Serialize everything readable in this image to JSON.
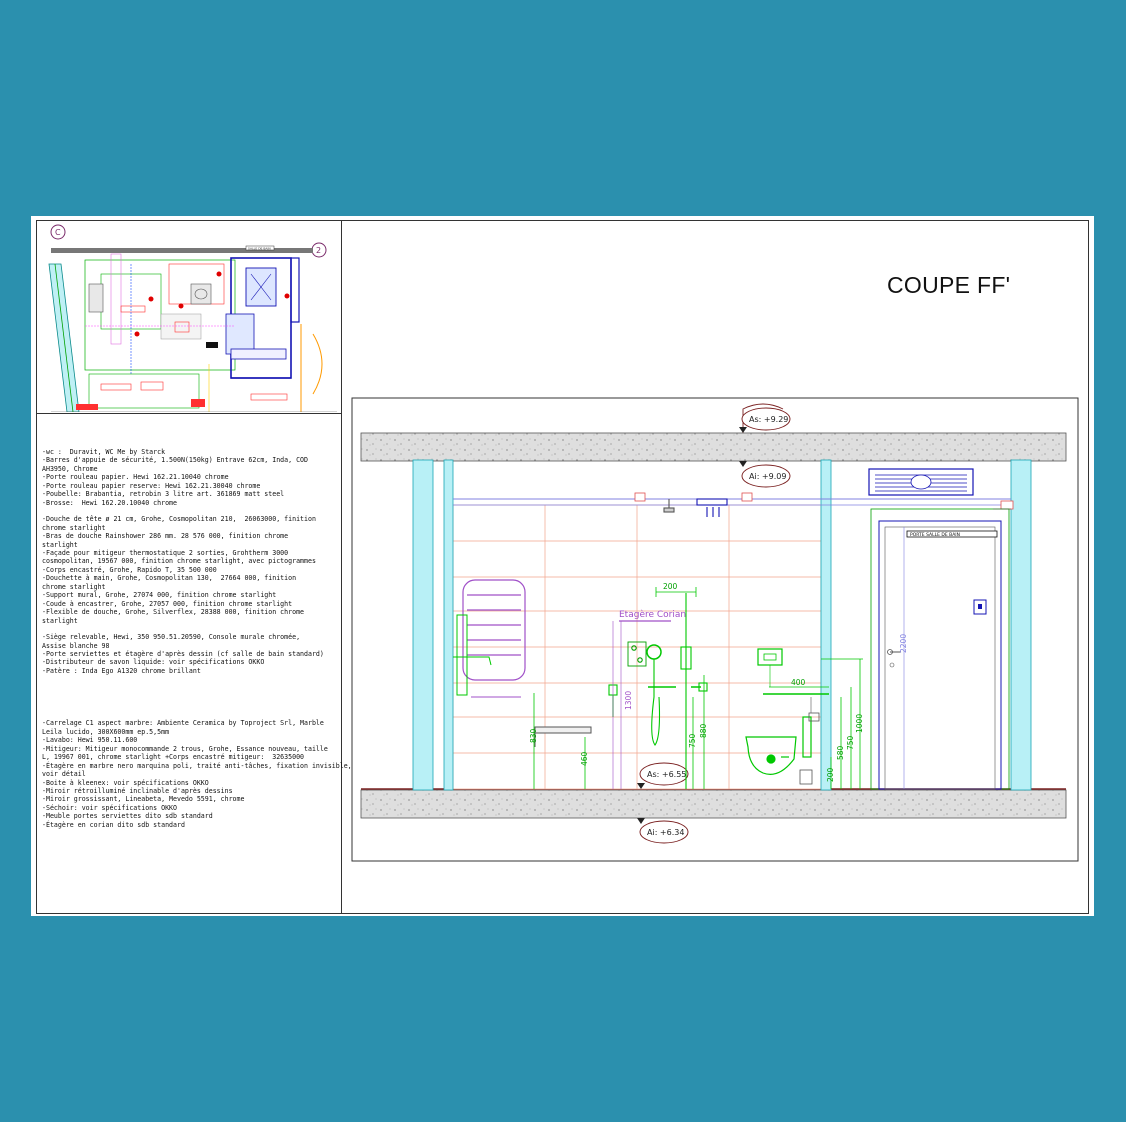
{
  "sheet": {
    "title": "COUPE FF'",
    "plan_markers": {
      "left": "C",
      "right": "2"
    },
    "plan_title_tag": "SALLE DE BAIN"
  },
  "notes": {
    "group1": [
      "-wc :  Duravit, WC Me by Starck",
      "-Barres d'appuie de sécurité, 1.500N(150kg) Entrave 62cm, Inda, COD",
      "AH3950, Chrome",
      "-Porte rouleau papier. Hewi 162.21.10040 chrome",
      "-Porte rouleau papier reserve: Hewi 162.21.30040 chrome",
      "-Poubelle: Brabantia, retrobin 3 litre art. 361869 matt steel",
      "-Brosse:  Hewi 162.20.10040 chrome"
    ],
    "group2": [
      "-Douche de tête ø 21 cm, Grohe, Cosmopolitan 210,  26063000, finition",
      "chrome starlight",
      "-Bras de douche Rainshower 286 mm. 28 576 000, finition chrome",
      "starlight",
      "-Façade pour mitigeur thermostatique 2 sorties, Grohtherm 3000",
      "cosmopolitan, 19567 000, finition chrome starlight, avec pictogrammes",
      "-Corps encastré, Grohe, Rapido T, 35 500 000",
      "-Douchette à main, Grohe, Cosmopolitan 130,  27664 000, finition",
      "chrome starlight",
      "-Support mural, Grohe, 27074 000, finition chrome starlight",
      "-Coude à encastrer, Grohe, 27057 000, finition chrome starlight",
      "-Flexible de douche, Grohe, Silverflex, 28388 000, finition chrome",
      "starlight"
    ],
    "group3": [
      "-Siège relevable, Hewi, 350 950.51.20590, Console murale chromée,",
      "Assise blanche 98",
      "-Porte serviettes et étagère d'après dessin (cf salle de bain standard)",
      "-Distributeur de savon liquide: voir spécifications OKKO",
      "-Patère : Inda Ego A1320 chrome brillant"
    ],
    "group4": [
      "-Carrelage C1 aspect marbre: Ambiente Ceramica by Toproject Srl, Marble",
      "Leila lucido, 300X600mm ep.5,5mm",
      "-Lavabo: Hewi 950.11.600",
      "-Mitigeur: Mitigeur monocommande 2 trous, Grohe, Essance nouveau, taille",
      "L, 19967 001, chrome starlight +Corps encastré mitigeur:  32635000",
      "-Étagère en marbre nero marquina poli, traité anti-tâches, fixation invisible,",
      "voir détail",
      "-Boite à kleenex: voir spécifications OKKO",
      "-Miroir rétroilluminé inclinable d'après dessins",
      "-Miroir grossissant, Lineabeta, Mevedo 5591, chrome",
      "-Séchoir: voir spécifications OKKO",
      "-Meuble portes serviettes dito sdb standard",
      "-Étagère en corian dito sdb standard"
    ]
  },
  "section": {
    "levels": {
      "as_top": "As: +9.29",
      "ai_top": "Ai: +9.09",
      "as_bottom": "As: +6.55",
      "ai_bottom": "Ai: +6.34"
    },
    "shelf_label": "Etagère Corian",
    "door_tag": "PORTE SALLE DE BAIN",
    "dims": {
      "d200_top": "200",
      "d1300": "1300",
      "d830": "830",
      "d460": "460",
      "d750a": "750",
      "d880": "880",
      "d400": "400",
      "d2200": "2200",
      "d1000": "1000",
      "d750b": "750",
      "d580": "580",
      "d200v": "200"
    }
  },
  "colors": {
    "background": "#2b90ae",
    "cyan": "#66e0f0",
    "green": "#00c800",
    "tile": "#f2a48c",
    "blue": "#1414b4",
    "purple": "#a050c8",
    "slab": "#d8d8d8",
    "maroon": "#7a2020"
  }
}
